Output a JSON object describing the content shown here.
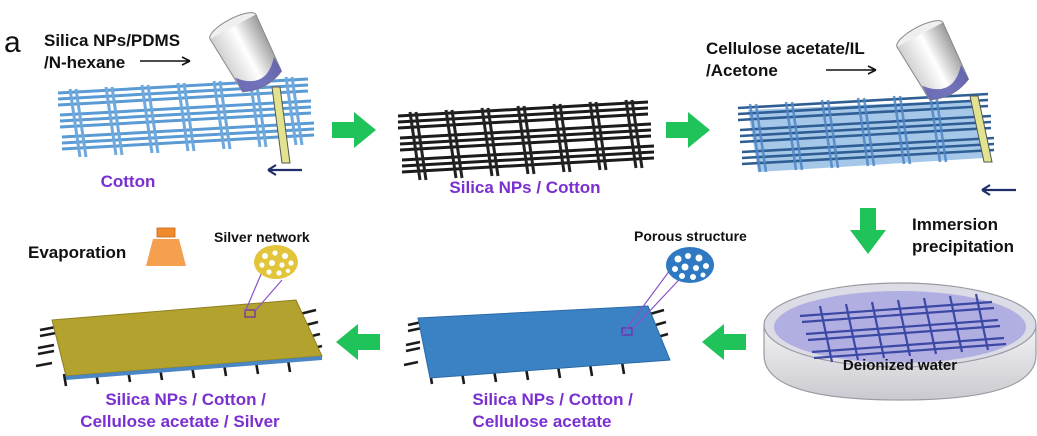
{
  "panel_label": "a",
  "steps": {
    "coating_1": {
      "line1": "Silica NPs/PDMS",
      "line2": "/N-hexane"
    },
    "coating_2": {
      "line1": "Cellulose acetate/IL",
      "line2": "/Acetone"
    },
    "fabric_1": "Cotton",
    "fabric_2": "Silica NPs / Cotton",
    "immersion": {
      "line1": "Immersion",
      "line2": "precipitation"
    },
    "bath": "Deionized water",
    "porous": "Porous structure",
    "fabric_4": {
      "line1": "Silica NPs / Cotton  /",
      "line2": "Cellulose acetate"
    },
    "evaporation": "Evaporation",
    "silver": "Silver network",
    "fabric_5": {
      "line1": "Silica NPs / Cotton  /",
      "line2": "Cellulose acetate / Silver"
    }
  },
  "colors": {
    "label_purple": "#7a2fd1",
    "flow_arrow_green": "#1fc35a",
    "cotton_blue": "#5b9bd5",
    "silica_black": "#1b1b1b",
    "acetate_blue": "#2e79c2",
    "silver_gold": "#b7a52e",
    "source_orange": "#f5a04e"
  }
}
